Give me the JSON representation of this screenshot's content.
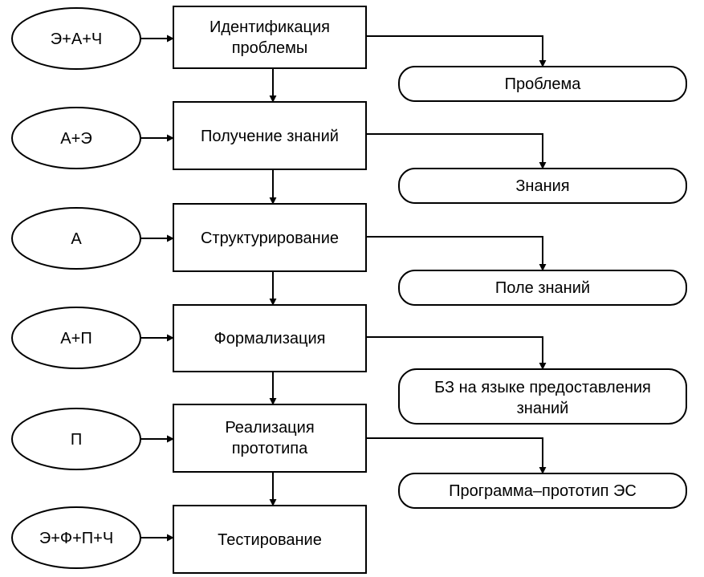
{
  "diagram": {
    "actors": [
      {
        "label": "Э+А+Ч"
      },
      {
        "label": "А+Э"
      },
      {
        "label": "А"
      },
      {
        "label": "А+П"
      },
      {
        "label": "П"
      },
      {
        "label": "Э+Ф+П+Ч"
      }
    ],
    "stages": [
      {
        "lines": [
          "Идентификация",
          "проблемы"
        ]
      },
      {
        "lines": [
          "Получение знаний"
        ]
      },
      {
        "lines": [
          "Структурирование"
        ]
      },
      {
        "lines": [
          "Формализация"
        ]
      },
      {
        "lines": [
          "Реализация",
          "прототипа"
        ]
      },
      {
        "lines": [
          "Тестирование"
        ]
      }
    ],
    "outputs": [
      {
        "lines": [
          "Проблема"
        ]
      },
      {
        "lines": [
          "Знания"
        ]
      },
      {
        "lines": [
          "Поле знаний"
        ]
      },
      {
        "lines": [
          "БЗ на языке предоставления",
          "знаний"
        ]
      },
      {
        "lines": [
          "Программа–прототип ЭС"
        ]
      }
    ]
  }
}
